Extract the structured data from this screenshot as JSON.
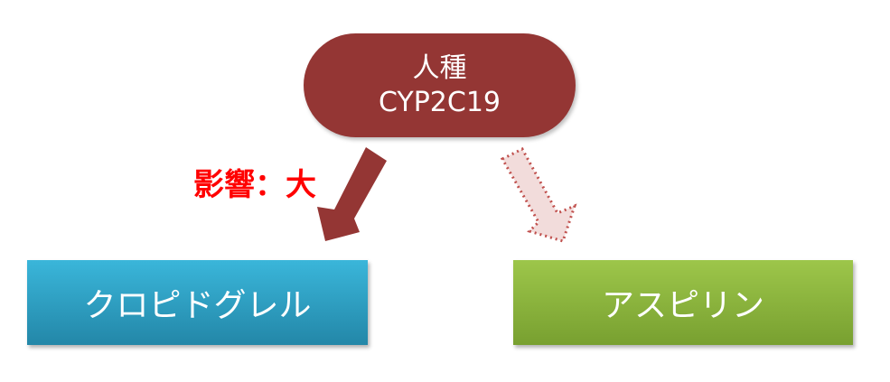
{
  "top_node": {
    "line1": "人種",
    "line2": "CYP2C19"
  },
  "left_node": {
    "label": "クロピドグレル"
  },
  "right_node": {
    "label": "アスピリン"
  },
  "effect_label": "影響：大",
  "colors": {
    "top": "#943634",
    "left": "#31a6c9",
    "right": "#8db93e",
    "effect": "#ff0000",
    "weak_arrow_fill": "#f2dcdb"
  }
}
